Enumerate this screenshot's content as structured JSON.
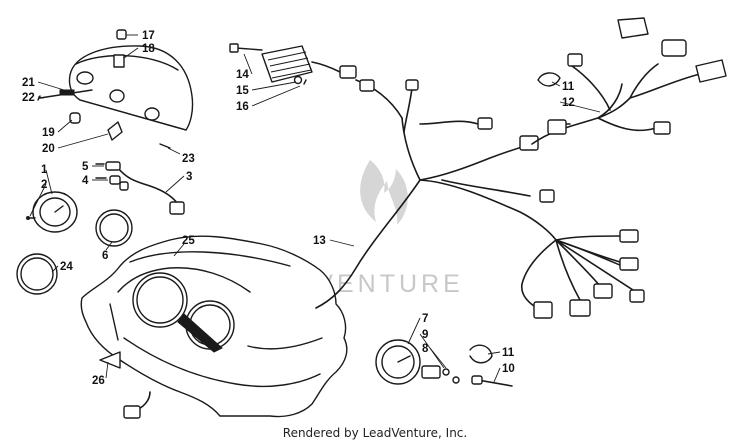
{
  "watermark": {
    "brand": "LEADVENTURE"
  },
  "footer": {
    "text": "Rendered by LeadVenture, Inc."
  },
  "callouts": [
    "17",
    "18",
    "21",
    "22",
    "19",
    "20",
    "23",
    "1",
    "2",
    "5",
    "4",
    "3",
    "6",
    "24",
    "25",
    "26",
    "14",
    "15",
    "16",
    "13",
    "11",
    "12",
    "7",
    "9",
    "8",
    "11",
    "10"
  ],
  "colors": {
    "ink": "#1a1a1a",
    "watermark": "#c8c8c8"
  }
}
